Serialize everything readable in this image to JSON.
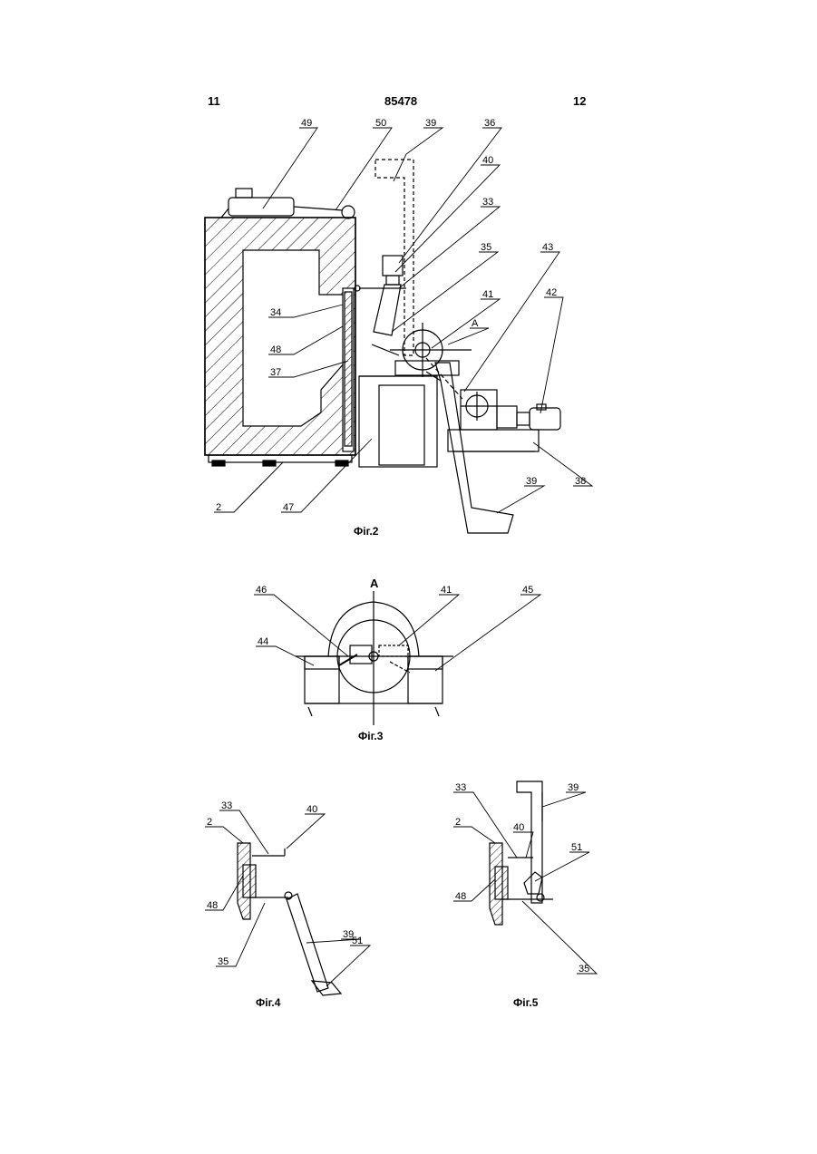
{
  "header": {
    "page_left": "11",
    "doc_number": "85478",
    "page_right": "12"
  },
  "fig2": {
    "caption": "Фіг.2",
    "labels": {
      "l49": "49",
      "l50": "50",
      "l39a": "39",
      "l36": "36",
      "l40": "40",
      "l33": "33",
      "l35": "35",
      "l43": "43",
      "l42": "42",
      "l41": "41",
      "lA": "A",
      "l34": "34",
      "l48": "48",
      "l37": "37",
      "l38": "38",
      "l2": "2",
      "l47": "47",
      "l39b": "39"
    }
  },
  "fig3": {
    "caption": "Фіг.3",
    "view_label": "A",
    "labels": {
      "l46": "46",
      "l41": "41",
      "l45": "45",
      "l44": "44"
    }
  },
  "fig4": {
    "caption": "Фіг.4",
    "labels": {
      "l33": "33",
      "l40": "40",
      "l2": "2",
      "l48": "48",
      "l35": "35",
      "l39": "39",
      "l51": "51"
    }
  },
  "fig5": {
    "caption": "Фіг.5",
    "labels": {
      "l33": "33",
      "l39": "39",
      "l2": "2",
      "l40": "40",
      "l51": "51",
      "l48": "48",
      "l35": "35"
    }
  }
}
